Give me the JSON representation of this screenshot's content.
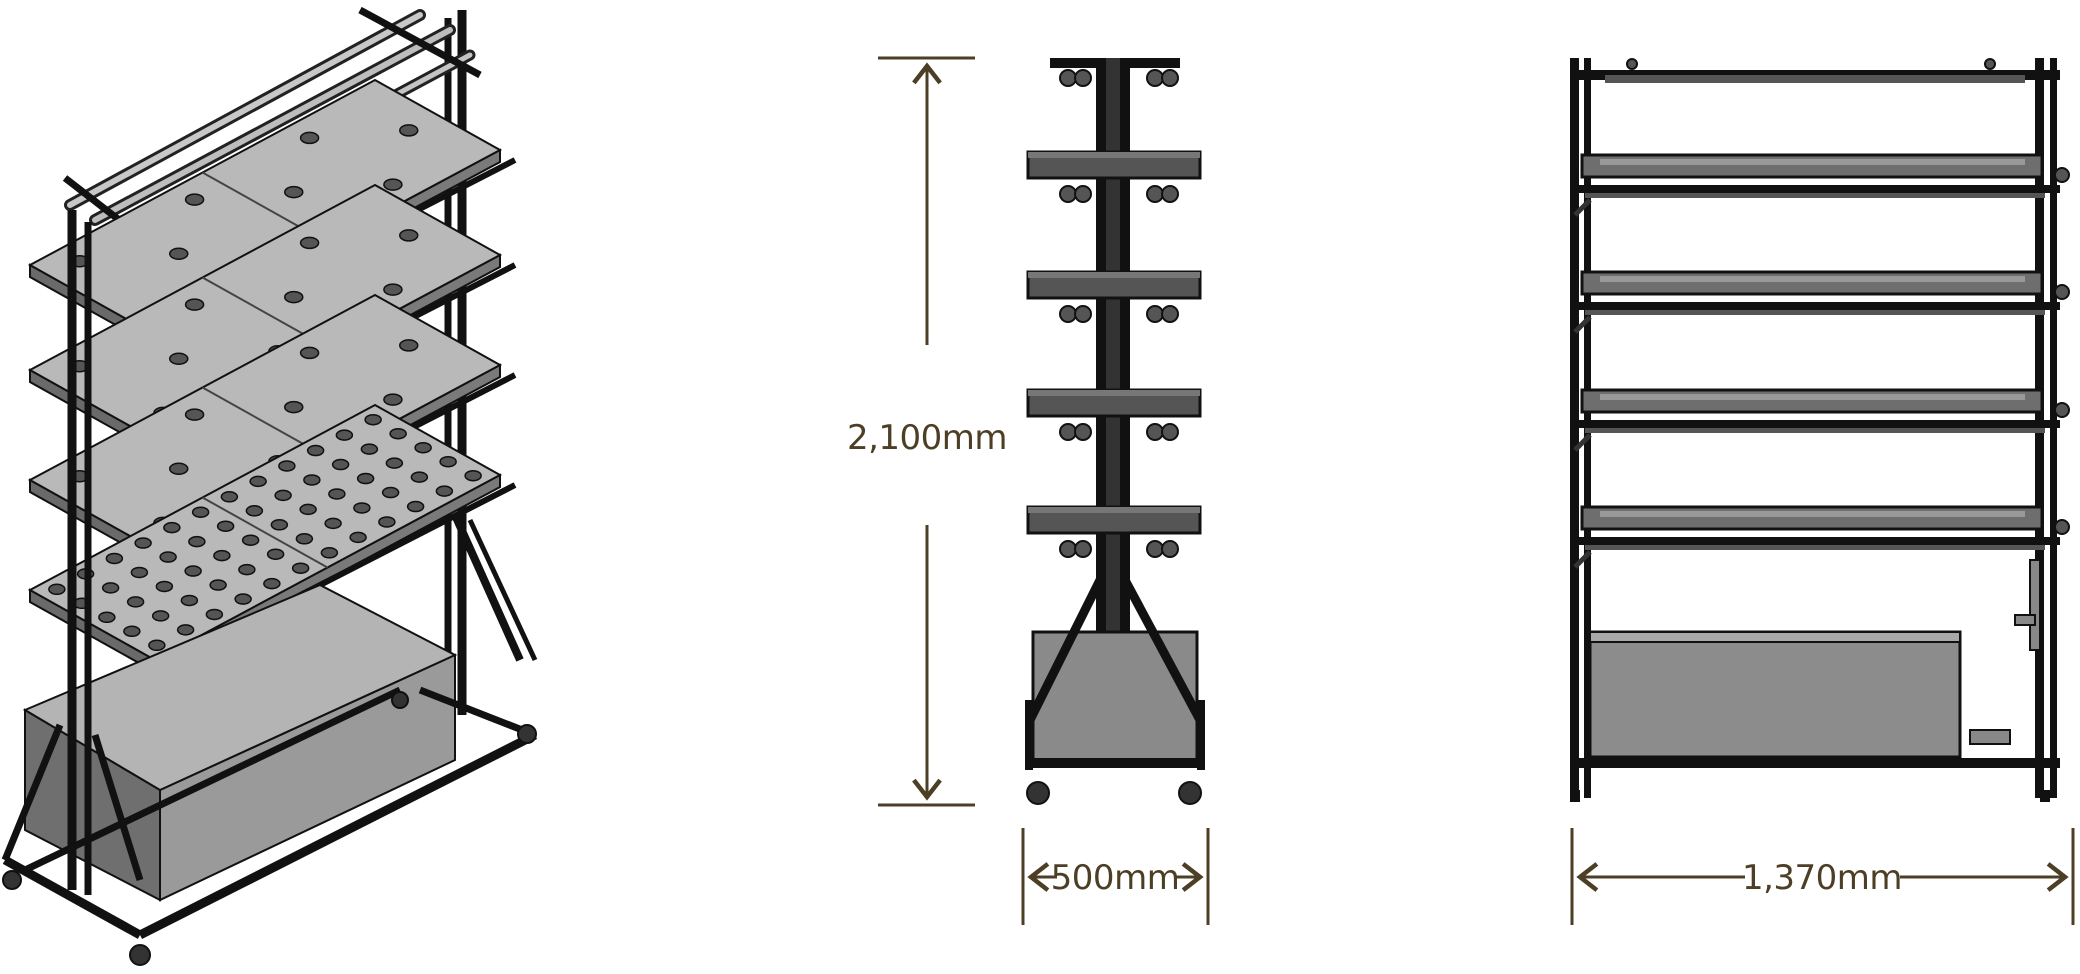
{
  "dimensions": {
    "height": "2,100mm",
    "depth": "500mm",
    "width": "1,370mm"
  },
  "colors": {
    "dimension_line": "#4d3f25",
    "frame": "#111111",
    "tray_top": "#b9b9b9",
    "tray_side": "#8a8a8a",
    "tank": "#8c8c8c",
    "tank_top": "#a8a8a8"
  },
  "views": [
    "isometric",
    "side",
    "front"
  ]
}
